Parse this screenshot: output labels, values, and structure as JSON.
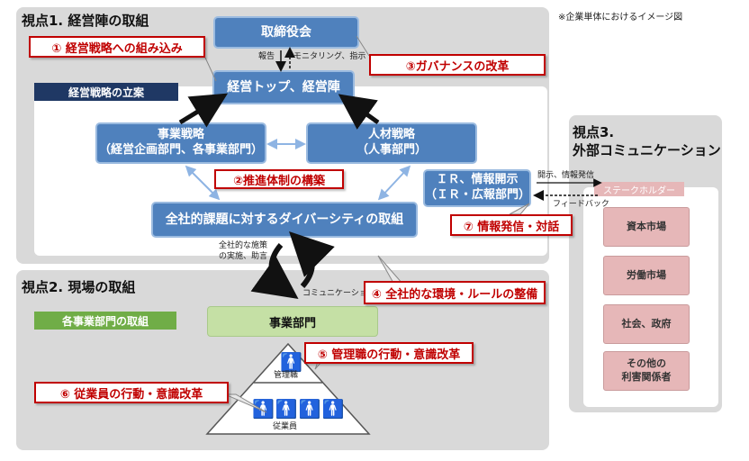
{
  "note": "※企業単体におけるイメージ図",
  "p1": {
    "title": "視点1. 経営陣の取組",
    "board": "取締役会",
    "top": "経営トップ、経営陣",
    "strategy_label": "経営戦略の立案",
    "biz_strategy_1": "事業戦略",
    "biz_strategy_2": "（経営企画部門、各事業部門）",
    "hr_strategy_1": "人材戦略",
    "hr_strategy_2": "（人事部門）",
    "diversity": "全社的課題に対するダイバーシティの取組",
    "report": "報告",
    "monitoring": "モニタリング、指示",
    "ir_1": "ＩＲ、情報開示",
    "ir_2": "（ＩＲ・広報部門）",
    "policy_1": "全社的な施策",
    "policy_2": "の実施、助言"
  },
  "callouts": {
    "c1": "① 経営戦略への組み込み",
    "c2": "②推進体制の構築",
    "c3": "③ガバナンスの改革",
    "c4": "④ 全社的な環境・ルールの整備",
    "c5": "⑤ 管理職の行動・意識改革",
    "c6": "⑥ 従業員の行動・意識改革",
    "c7": "⑦ 情報発信・対話"
  },
  "p2": {
    "title": "視点2. 現場の取組",
    "label": "各事業部門の取組",
    "dept": "事業部門",
    "communication": "コミュニケーション",
    "managers": "管理職",
    "employees": "従業員"
  },
  "p3": {
    "title_1": "視点3.",
    "title_2": "外部コミュニケーション",
    "disclosure": "開示、情報発信",
    "feedback": "フィードバック",
    "stakeholder": "ステークホルダー",
    "items": [
      "資本市場",
      "労働市場",
      "社会、政府"
    ],
    "other_1": "その他の",
    "other_2": "利害関係者"
  }
}
